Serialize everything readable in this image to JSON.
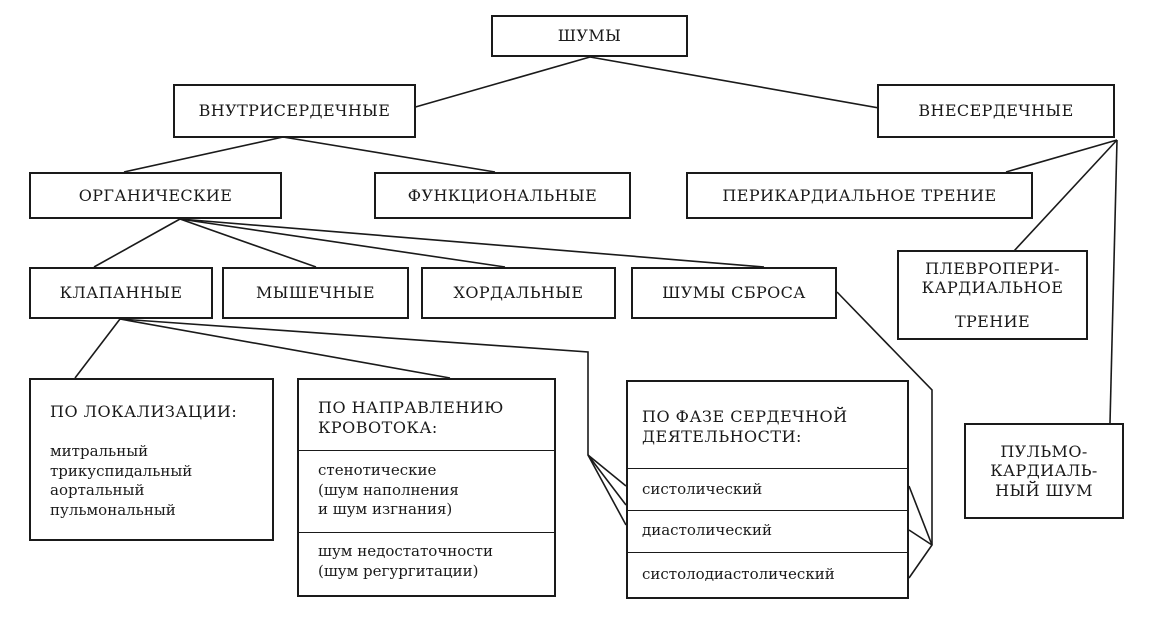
{
  "root": "ШУМЫ",
  "intracardiac": "ВНУТРИСЕРДЕЧНЫЕ",
  "extracardiac": "ВНЕСЕРДЕЧНЫЕ",
  "organic": "ОРГАНИЧЕСКИЕ",
  "functional": "ФУНКЦИОНАЛЬНЫЕ",
  "pericardial_friction": "ПЕРИКАРДИАЛЬНОЕ ТРЕНИЕ",
  "pleuropericardial": [
    "ПЛЕВРОПЕРИ-",
    "КАРДИАЛЬНОЕ",
    "ТРЕНИЕ"
  ],
  "valvular": "КЛАПАННЫЕ",
  "muscular": "МЫШЕЧНЫЕ",
  "chordal": "ХОРДАЛЬНЫЕ",
  "shunt": "ШУМЫ СБРОСА",
  "cardiopulmonary": [
    "ПУЛЬМО-",
    "КАРДИАЛЬ-",
    "НЫЙ ШУМ"
  ],
  "by_location": {
    "title": "ПО ЛОКАЛИЗАЦИИ:",
    "items": [
      "митральный",
      "трикуспидальный",
      "аортальный",
      "пульмональный"
    ]
  },
  "by_flow": {
    "title": [
      "ПО НАПРАВЛЕНИЮ",
      "КРОВОТОКА:"
    ],
    "stenotic": [
      "стенотические",
      "(шум наполнения",
      "и шум изгнания)"
    ],
    "regurgitant": [
      "шум недостаточности",
      "(шум регургитации)"
    ]
  },
  "by_phase": {
    "title": [
      "ПО ФАЗЕ СЕРДЕЧНОЙ",
      "ДЕЯТЕЛЬНОСТИ:"
    ],
    "items": [
      "систолический",
      "диастолический",
      "систолодиастолический"
    ]
  }
}
